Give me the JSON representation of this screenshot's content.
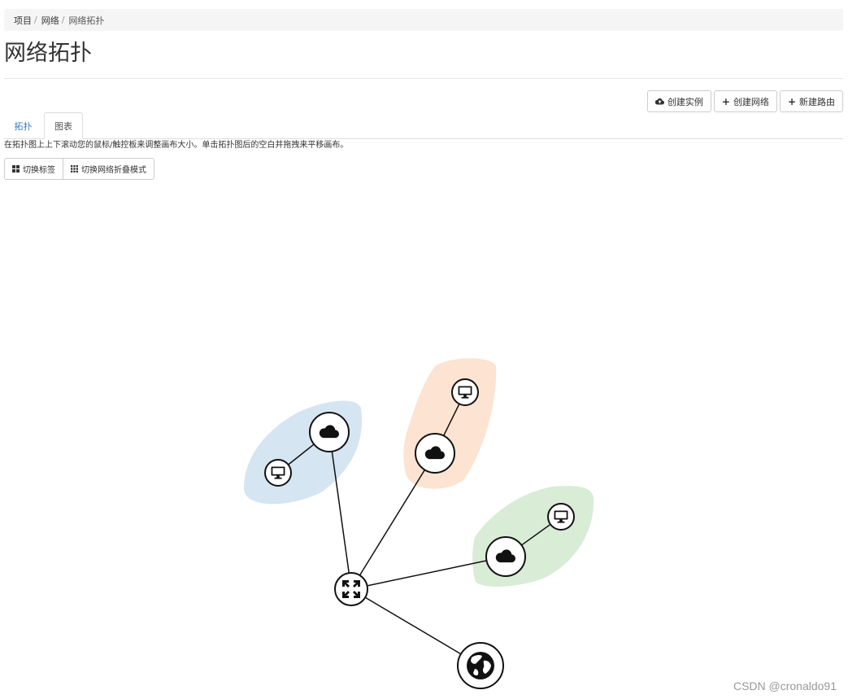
{
  "breadcrumb": {
    "items": [
      "项目",
      "网络",
      "网络拓扑"
    ],
    "separator": "/"
  },
  "page_title": "网络拓扑",
  "actions": {
    "create_instance": "创建实例",
    "create_network": "创建网络",
    "create_router": "新建路由"
  },
  "tabs": {
    "topology": "拓扑",
    "graph": "图表",
    "active": "graph"
  },
  "help_text": "在拓扑图上上下滚动您的鼠标/触控板来调整画布大小。单击拓扑图后的空白并拖拽来平移画布。",
  "toggles": {
    "labels": "切换标签",
    "collapse": "切换网络折叠模式"
  },
  "topology": {
    "networks": [
      {
        "color": "#d5e5f2",
        "instances": 1
      },
      {
        "color": "#fde3d1",
        "instances": 1
      },
      {
        "color": "#d8ecd6",
        "instances": 1
      }
    ],
    "router": {
      "icon": "router-icon"
    },
    "external_network": {
      "icon": "globe-icon"
    }
  },
  "watermark": "CSDN @cronaldo91",
  "colors": {
    "link": "#337ab7",
    "network_blue": "#d5e5f2",
    "network_orange": "#fde3d1",
    "network_green": "#d8ecd6"
  }
}
